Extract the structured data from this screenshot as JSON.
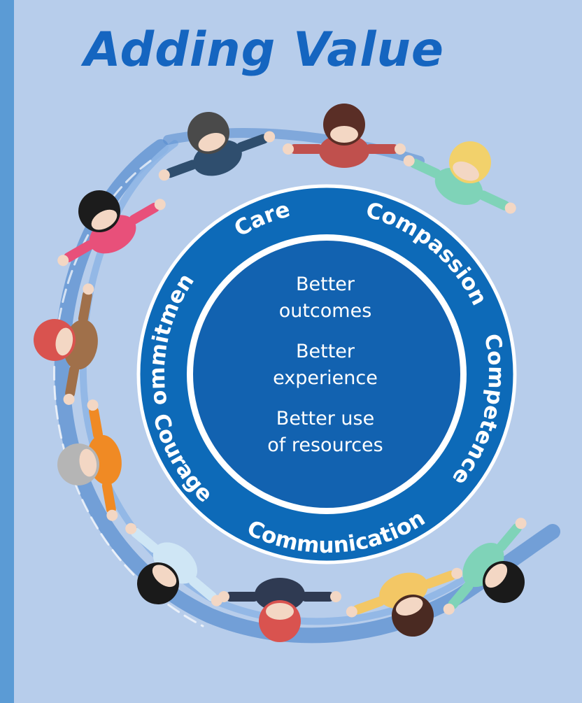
{
  "title": "Adding Value",
  "values_ring": [
    "Care",
    "Compassion",
    "Competence",
    "Communication",
    "Courage",
    "Commitment"
  ],
  "outcomes": [
    [
      "Better",
      "outcomes"
    ],
    [
      "Better",
      "experience"
    ],
    [
      "Better use",
      "of resources"
    ]
  ],
  "colors": {
    "background": "#b7cdeb",
    "title": "#1565c0",
    "ring": "#0d6ab8",
    "inner": "#1262b0",
    "ring_border": "#ffffff"
  },
  "figures": [
    {
      "name": "figure-gray-hair",
      "hair": "#4a4a4a",
      "shirt": "#2f4e6e"
    },
    {
      "name": "figure-brown-hair",
      "hair": "#5a2e26",
      "shirt": "#c0504d"
    },
    {
      "name": "figure-blonde",
      "hair": "#f2d16b",
      "shirt": "#7fd3b8"
    },
    {
      "name": "figure-pink-shirt",
      "hair": "#1c1c1c",
      "shirt": "#e8507a"
    },
    {
      "name": "figure-red-hat",
      "hair": "#d9534f",
      "shirt": "#a0704a"
    },
    {
      "name": "figure-gray-elder",
      "hair": "#b5b5b5",
      "shirt": "#f08a24"
    },
    {
      "name": "figure-light-blue-shirt",
      "hair": "#1a1a1a",
      "shirt": "#cfe6f5"
    },
    {
      "name": "figure-red-cap",
      "hair": "#d9534f",
      "shirt": "#2f3a52"
    },
    {
      "name": "figure-yellow-shirt",
      "hair": "#4a2a22",
      "shirt": "#f3c765"
    },
    {
      "name": "figure-teal-shirt",
      "hair": "#1a1a1a",
      "shirt": "#7fd3b8"
    }
  ]
}
